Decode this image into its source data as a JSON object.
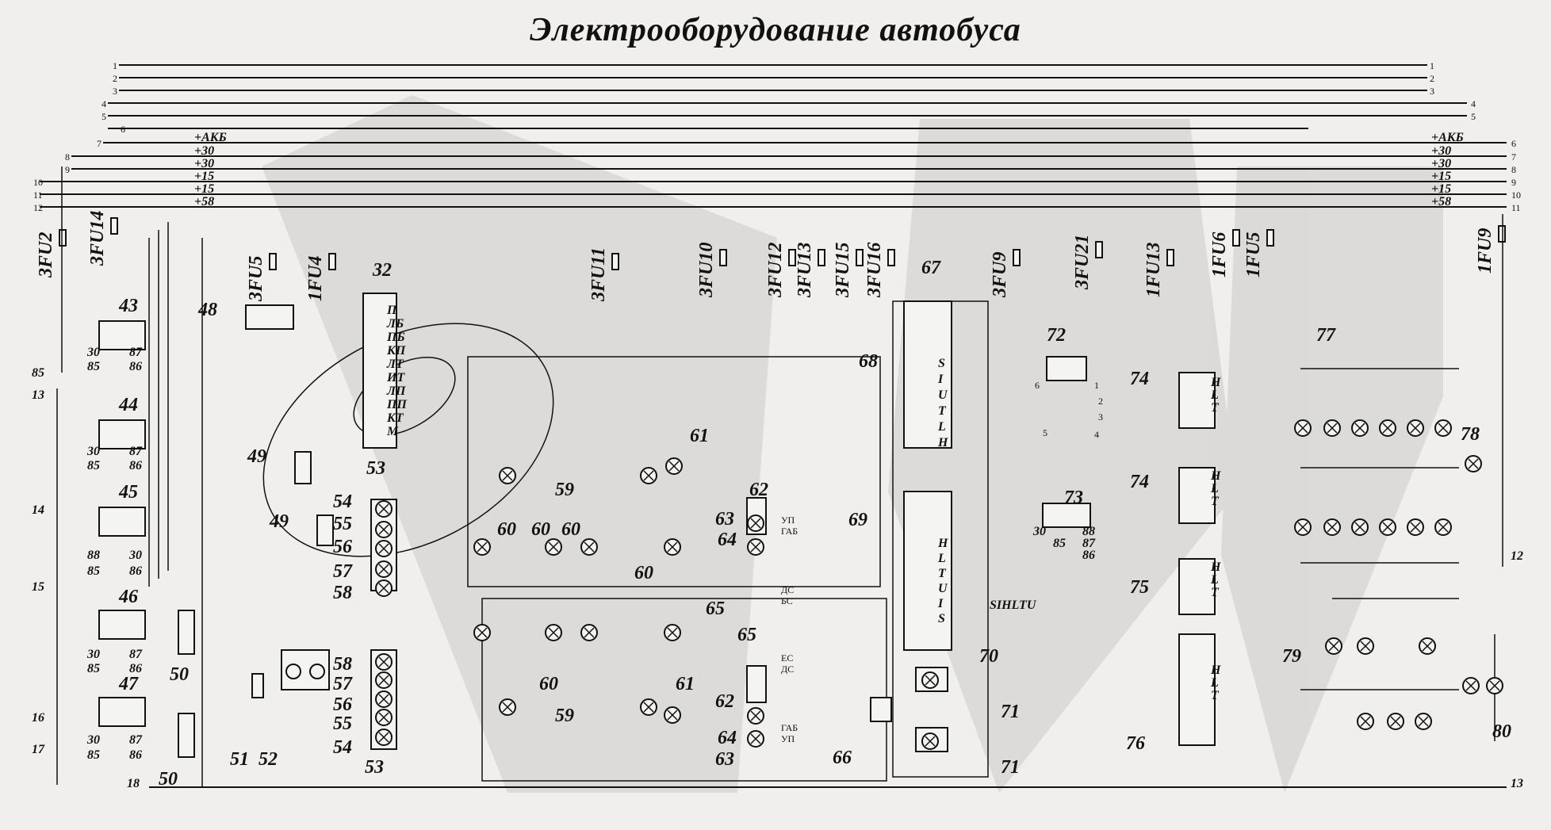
{
  "title": "Электрооборудование автобуса",
  "bus_lines_left": [
    {
      "num": "1",
      "name": ""
    },
    {
      "num": "2",
      "name": ""
    },
    {
      "num": "3",
      "name": ""
    },
    {
      "num": "4",
      "name": ""
    },
    {
      "num": "5",
      "name": ""
    },
    {
      "num": "6",
      "name": ""
    },
    {
      "num": "7",
      "name": "+АКБ"
    },
    {
      "num": "8",
      "name": "+30"
    },
    {
      "num": "9",
      "name": "+30"
    },
    {
      "num": "10",
      "name": "+15"
    },
    {
      "num": "11",
      "name": "+15"
    },
    {
      "num": "12",
      "name": "+58"
    }
  ],
  "bus_lines_right": [
    {
      "num": "1",
      "name": ""
    },
    {
      "num": "2",
      "name": ""
    },
    {
      "num": "3",
      "name": ""
    },
    {
      "num": "4",
      "name": ""
    },
    {
      "num": "5",
      "name": ""
    },
    {
      "num": "6",
      "name": "+АКБ"
    },
    {
      "num": "7",
      "name": "+30"
    },
    {
      "num": "8",
      "name": "+30"
    },
    {
      "num": "9",
      "name": "+15"
    },
    {
      "num": "10",
      "name": "+15"
    },
    {
      "num": "11",
      "name": "+58"
    }
  ],
  "fuses": [
    "3FU2",
    "3FU14",
    "3FU5",
    "1FU4",
    "3FU11",
    "3FU10",
    "3FU12",
    "3FU13",
    "3FU15",
    "3FU16",
    "3FU9",
    "3FU21",
    "1FU13",
    "1FU6",
    "1FU5",
    "1FU9"
  ],
  "relay_pins": {
    "a": "30",
    "b": "85",
    "c": "87",
    "d": "86",
    "e": "88"
  },
  "panel32_labels": [
    "П",
    "ЛБ",
    "ПБ",
    "КП",
    "ЛТ",
    "ИТ",
    "ЛП",
    "ПП",
    "КТ",
    "М"
  ],
  "switch_labels": [
    "S",
    "I",
    "U",
    "T",
    "L",
    "H"
  ],
  "block_label": "SIHLTU",
  "lamp_labels": [
    "УП",
    "ГАБ",
    "ДС",
    "БС",
    "ЕС",
    "ДС",
    "ГАБ",
    "УП"
  ],
  "htl": [
    "H",
    "L",
    "T"
  ],
  "side_numbers": [
    "85",
    "13",
    "14",
    "15",
    "16",
    "17",
    "18",
    "12",
    "13"
  ],
  "items": [
    "43",
    "44",
    "45",
    "46",
    "47",
    "48",
    "49",
    "49",
    "50",
    "50",
    "51",
    "52",
    "53",
    "53",
    "54",
    "54",
    "55",
    "55",
    "56",
    "56",
    "57",
    "57",
    "58",
    "58",
    "59",
    "59",
    "60",
    "60",
    "60",
    "60",
    "60",
    "61",
    "61",
    "62",
    "62",
    "63",
    "63",
    "64",
    "64",
    "65",
    "65",
    "66",
    "67",
    "68",
    "69",
    "70",
    "71",
    "71",
    "72",
    "73",
    "74",
    "74",
    "75",
    "76",
    "77",
    "78",
    "79",
    "80",
    "32"
  ],
  "relay73_pins": [
    "88",
    "87",
    "86",
    "30",
    "85"
  ],
  "relay72_pins": [
    "6",
    "1",
    "2",
    "3",
    "4",
    "5"
  ]
}
